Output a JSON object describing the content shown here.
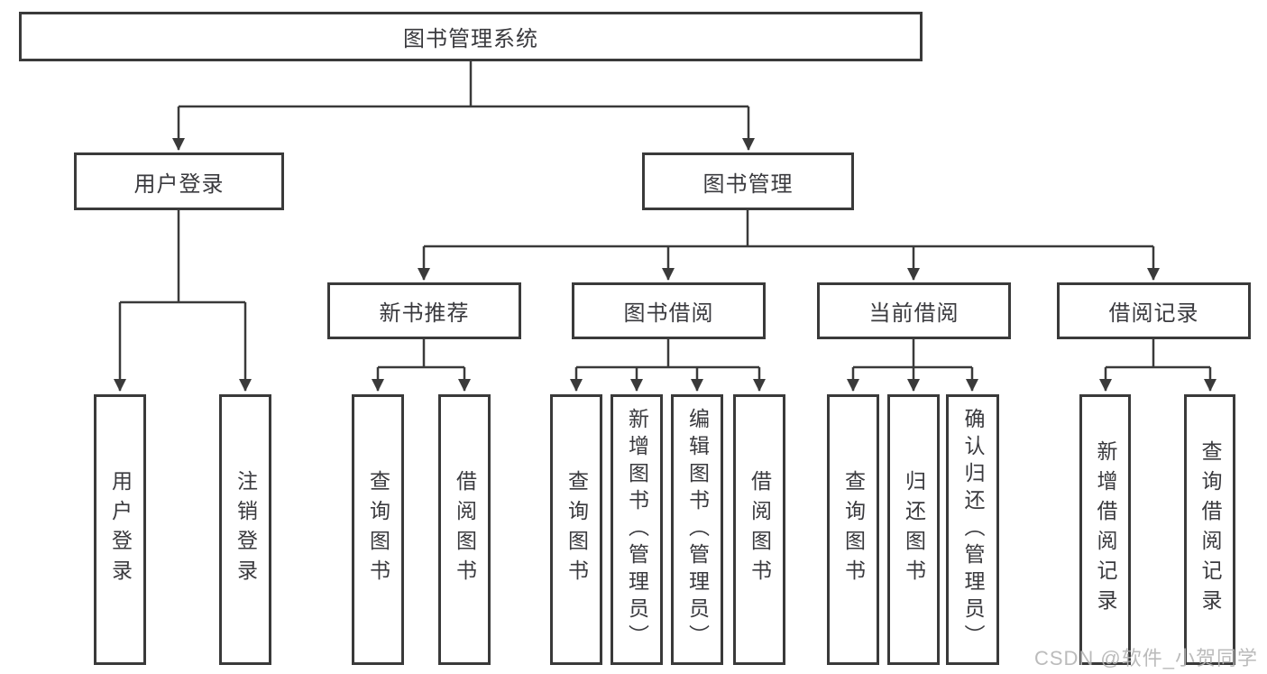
{
  "diagram": {
    "tree": {
      "root": {
        "label": "图书管理系统",
        "children": [
          {
            "label": "用户登录",
            "children": [
              {
                "label": "用户登录"
              },
              {
                "label": "注销登录"
              }
            ]
          },
          {
            "label": "图书管理",
            "children": [
              {
                "label": "新书推荐",
                "children": [
                  {
                    "label": "查询图书"
                  },
                  {
                    "label": "借阅图书"
                  }
                ]
              },
              {
                "label": "图书借阅",
                "children": [
                  {
                    "label": "查询图书"
                  },
                  {
                    "label": "新增图书（管理员）"
                  },
                  {
                    "label": "编辑图书（管理员）"
                  },
                  {
                    "label": "借阅图书"
                  }
                ]
              },
              {
                "label": "当前借阅",
                "children": [
                  {
                    "label": "查询图书"
                  },
                  {
                    "label": "归还图书"
                  },
                  {
                    "label": "确认归还（管理员）"
                  }
                ]
              },
              {
                "label": "借阅记录",
                "children": [
                  {
                    "label": "新增借阅记录"
                  },
                  {
                    "label": "查询借阅记录"
                  }
                ]
              }
            ]
          }
        ]
      }
    },
    "colors": {
      "line": "#3a3a3a",
      "text": "#3a3a3e",
      "background": "#ffffff",
      "watermark": "#b4b4b4"
    }
  },
  "watermark": {
    "text": "CSDN @软件_小贺同学"
  }
}
